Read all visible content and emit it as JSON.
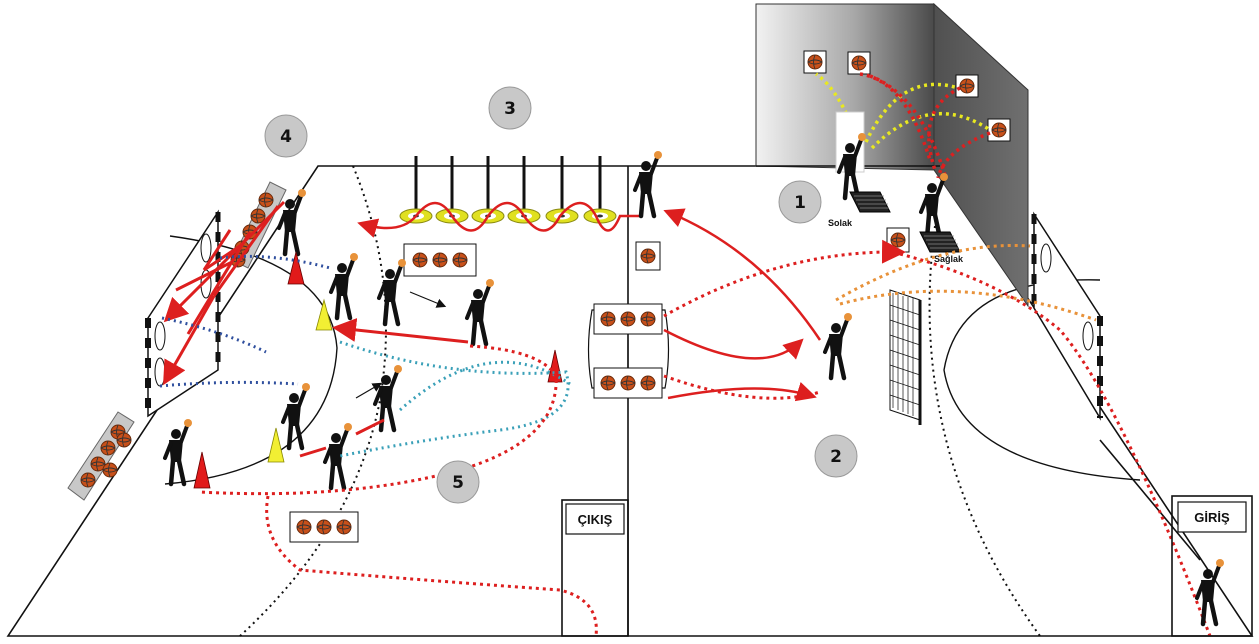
{
  "station_numbers": {
    "n1": "1",
    "n2": "2",
    "n3": "3",
    "n4": "4",
    "n5": "5"
  },
  "labels": {
    "left_handed": "Solak",
    "right_handed": "Sağlak"
  },
  "signs": {
    "exit": "ÇIKIŞ",
    "entrance": "GİRİŞ"
  },
  "colors": {
    "pass_red": "#dd1f1f",
    "run_red": "#e02020",
    "throw_yellow": "#e8e820",
    "throw_orange": "#e8923a",
    "defense_blue": "#2f4f9e",
    "cross_teal": "#3aa0b8",
    "cone_red": "#e11a1a",
    "cone_yellow": "#f2ef33",
    "ring_yellow": "#e0e020",
    "badge_gray": "#c8c8c8",
    "ball_orange": "#c8501a"
  },
  "icons": {
    "player": "player-silhouette-icon",
    "ball": "handball-icon",
    "cone": "cone-icon",
    "ring": "ring-icon",
    "goal": "goal-icon",
    "ball_box": "ball-box-icon"
  }
}
